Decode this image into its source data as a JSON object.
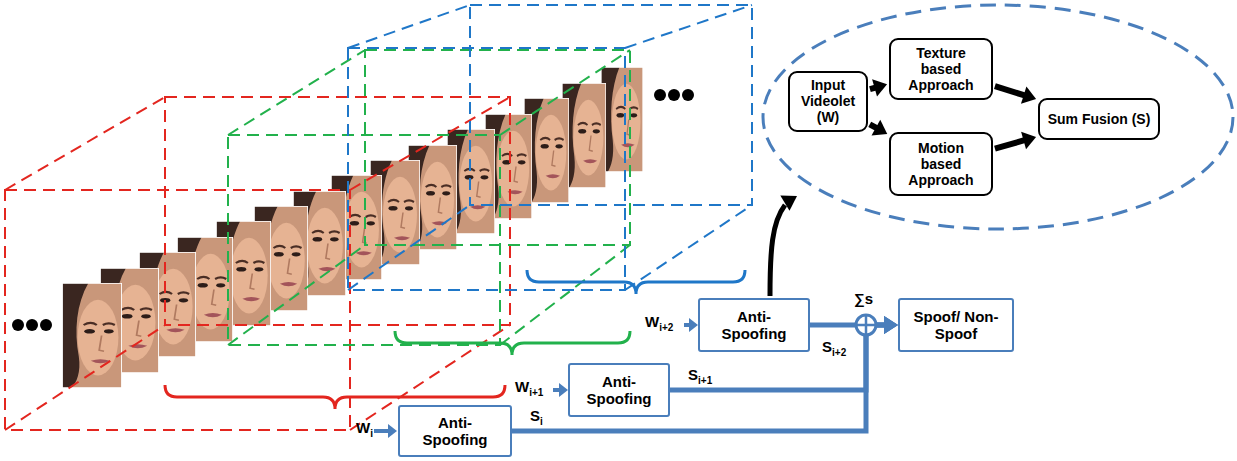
{
  "diagram": {
    "nodes": [
      {
        "text": [
          "Input Videolet (W)"
        ]
      },
      {
        "text": [
          "Texture based Approach"
        ]
      },
      {
        "text": [
          "Motion based Approach"
        ]
      },
      {
        "text": [
          "Sum Fusion (S)"
        ]
      },
      {
        "text": [
          "Anti-Spoofing"
        ]
      },
      {
        "text": [
          "Spoof/ Non- Spoof"
        ]
      },
      {
        "text": [
          "Anti-Spoofing"
        ]
      },
      {
        "text": [
          "Anti-Spoofing"
        ]
      }
    ],
    "edges": [
      {
        "from": 0,
        "to": 1,
        "arrow": "to"
      },
      {
        "from": 0,
        "to": 2,
        "arrow": "to"
      },
      {
        "from": 1,
        "to": 3,
        "arrow": "to"
      },
      {
        "from": 2,
        "to": 3,
        "arrow": "to"
      },
      {
        "from": 4,
        "to": 5,
        "label": "Si+2",
        "arrow": "to"
      },
      {
        "from": 6,
        "to": 5,
        "label": "Si+1",
        "arrow": "to"
      },
      {
        "from": 7,
        "to": 5,
        "label": "Si",
        "arrow": "to"
      }
    ],
    "labels": [
      "Wi+2",
      "Wi+1",
      "Wi",
      "∑s"
    ]
  }
}
